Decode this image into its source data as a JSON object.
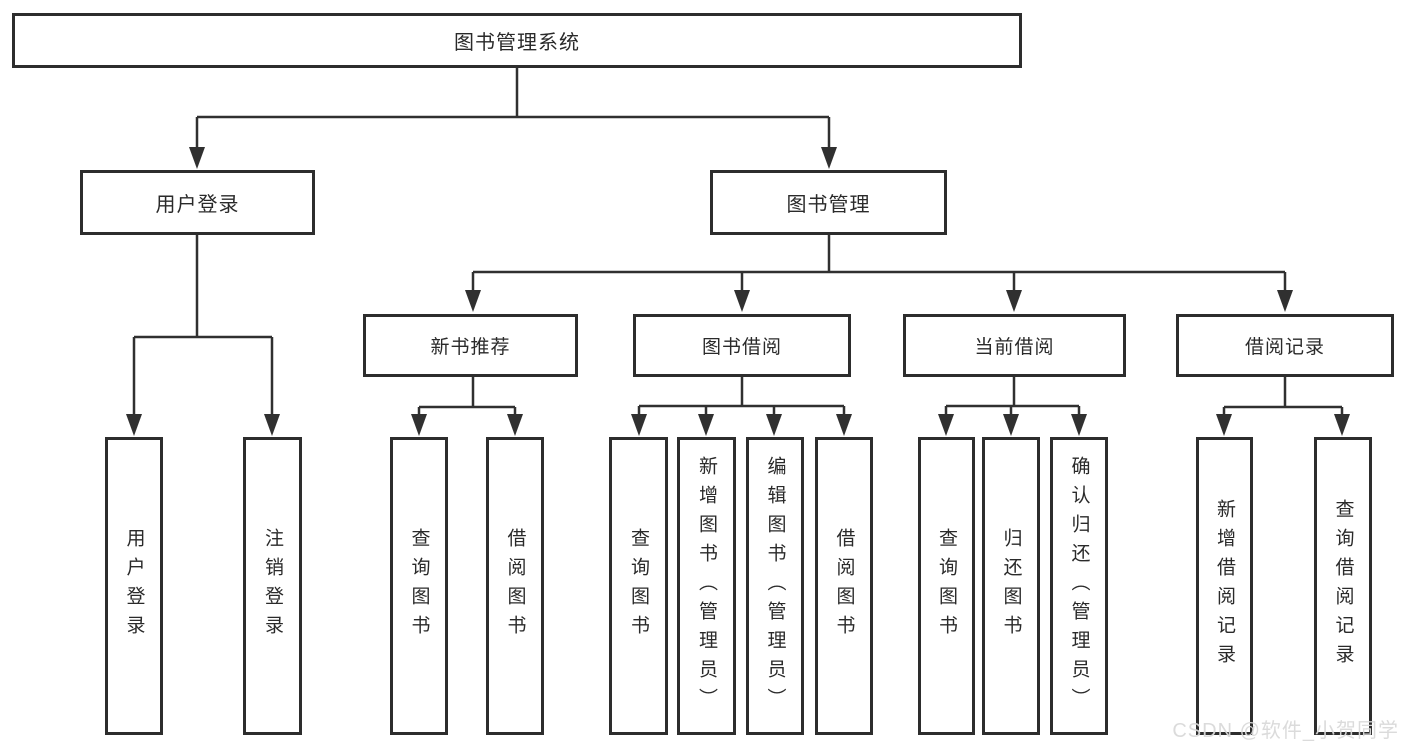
{
  "diagram": {
    "root": "图书管理系统",
    "level2": {
      "user_login": "用户登录",
      "book_management": "图书管理"
    },
    "level3": {
      "new_book_recommend": "新书推荐",
      "book_borrow": "图书借阅",
      "current_borrow": "当前借阅",
      "borrow_records": "借阅记录"
    },
    "leaves": {
      "user_login": "用户登录",
      "logout": "注销登录",
      "rec_query_books": "查询图书",
      "rec_borrow_books": "借阅图书",
      "bb_query_books": "查询图书",
      "bb_add_books_admin": "新增图书（管理员）",
      "bb_edit_books_admin": "编辑图书（管理员）",
      "bb_borrow_books": "借阅图书",
      "cb_query_books": "查询图书",
      "cb_return_books": "归还图书",
      "cb_confirm_return_admin": "确认归还（管理员）",
      "br_add_record": "新增借阅记录",
      "br_query_record": "查询借阅记录"
    },
    "watermark": "CSDN @软件_小贺同学",
    "colors": {
      "line": "#303030",
      "border": "#2d2d2d",
      "text": "#2a2a2a",
      "watermark": "#d9d9d9"
    }
  }
}
